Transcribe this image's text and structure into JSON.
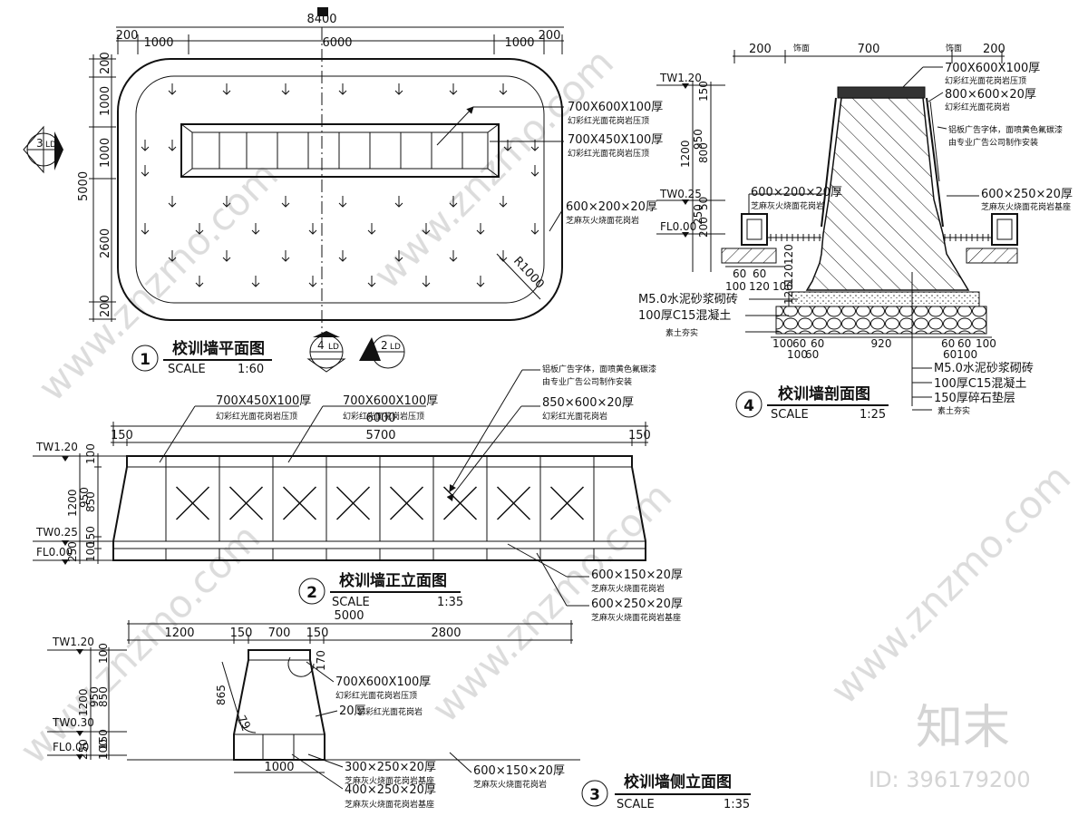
{
  "plan": {
    "title": "校训墙平面图",
    "number": "1",
    "scale_label": "SCALE",
    "scale": "1:60",
    "dim_total": "8400",
    "dims_top": [
      "200",
      "1000",
      "6000",
      "1000",
      "200"
    ],
    "dims_left": [
      "200",
      "1000",
      "1000",
      "2600",
      "200"
    ],
    "dim_overall_left": "5000",
    "radius": "R1000",
    "section_marks": [
      {
        "n": "3",
        "ref": "LD"
      },
      {
        "n": "4",
        "ref": "LD"
      },
      {
        "n": "2",
        "ref": "LD"
      }
    ],
    "notes": [
      {
        "main": "700X600X100厚",
        "sub": "幻彩红光面花岗岩压顶"
      },
      {
        "main": "700X450X100厚",
        "sub": "幻彩红光面花岗岩压顶"
      },
      {
        "main": "600×200×20厚",
        "sub": "芝麻灰火烧面花岗岩"
      }
    ]
  },
  "front": {
    "title": "校训墙正立面图",
    "number": "2",
    "scale_label": "SCALE",
    "scale": "1:35",
    "dim_total": "6000",
    "dims_top": [
      "150",
      "5700",
      "150"
    ],
    "levels": [
      "TW1.20",
      "TW0.25",
      "FL0.00"
    ],
    "dims_left_inner": [
      "100",
      "850",
      "150",
      "100"
    ],
    "dims_left_outer": [
      "1200",
      "950",
      "250"
    ],
    "notes_top": [
      {
        "main": "700X450X100厚",
        "sub": "幻彩红光面花岗岩压顶"
      },
      {
        "main": "700X600X100厚",
        "sub": "幻彩红光面花岗岩压顶"
      },
      {
        "main": "铝板广告字体，面喷黄色氟碳漆",
        "sub": "由专业广告公司制作安装"
      },
      {
        "main": "850×600×20厚",
        "sub": "幻彩红光面花岗岩"
      }
    ],
    "notes_bottom": [
      {
        "main": "600×150×20厚",
        "sub": "芝麻灰火烧面花岗岩"
      },
      {
        "main": "600×250×20厚",
        "sub": "芝麻灰火烧面花岗岩基座"
      }
    ]
  },
  "side": {
    "title": "校训墙侧立面图",
    "number": "3",
    "scale_label": "SCALE",
    "scale": "1:35",
    "dim_total": "5000",
    "dims_top": [
      "1200",
      "150",
      "700",
      "150",
      "2800"
    ],
    "levels": [
      "TW1.20",
      "TW0.30",
      "FL0.00"
    ],
    "dims_left_inner": [
      "100",
      "850",
      "150",
      "100"
    ],
    "dims_left_outer": [
      "1200",
      "950",
      "250"
    ],
    "dim_bottom": "1000",
    "dim_slope": "865",
    "dim_angle": "79",
    "dim_top_small": "170",
    "notes": [
      {
        "main": "700X600X100厚",
        "sub": "幻彩红光面花岗岩压顶"
      },
      {
        "main": "20厚",
        "sub": "幻彩红光面花岗岩"
      },
      {
        "main": "300×250×20厚",
        "sub": "芝麻灰火烧面花岗岩基座"
      },
      {
        "main": "400×250×20厚",
        "sub": "芝麻灰火烧面花岗岩基座"
      },
      {
        "main": "600×150×20厚",
        "sub": "芝麻灰火烧面花岗岩"
      }
    ]
  },
  "section": {
    "title": "校训墙剖面图",
    "number": "4",
    "scale_label": "SCALE",
    "scale": "1:25",
    "dims_top": [
      "200",
      "700",
      "200"
    ],
    "dims_top_small": [
      "饰面",
      "饰面"
    ],
    "levels": [
      "TW1.20",
      "TW0.25",
      "FL0.00"
    ],
    "dims_left_inner": [
      "150",
      "800",
      "50",
      "200"
    ],
    "dims_left_outer": [
      "1200",
      "950",
      "250"
    ],
    "dims_bottom": [
      "100",
      "60",
      "60",
      "920",
      "60",
      "60",
      "100"
    ],
    "dims_bottom2": [
      "100",
      "60",
      "60100"
    ],
    "dims_mid": [
      "60",
      "60",
      "100",
      "120",
      "100"
    ],
    "dims_right_mid": [
      "120",
      "120",
      "120"
    ],
    "notes_right": [
      {
        "main": "700X600X100厚",
        "sub": "幻彩红光面花岗岩压顶"
      },
      {
        "main": "800×600×20厚",
        "sub": "幻彩红光面花岗岩"
      },
      {
        "main": "铝板广告字体，面喷黄色氟碳漆",
        "sub": "由专业广告公司制作安装"
      },
      {
        "main": "600×250×20厚",
        "sub": "芝麻灰火烧面花岗岩基座"
      }
    ],
    "note_left": {
      "main": "600×200×20厚",
      "sub": "芝麻灰火烧面花岗岩"
    },
    "layers_left": [
      "M5.0水泥砂浆砌砖",
      "100厚C15混凝土",
      "素土夯实"
    ],
    "layers_right": [
      "M5.0水泥砂浆砌砖",
      "100厚C15混凝土",
      "150厚碎石垫层",
      "素土夯实"
    ]
  },
  "brand": {
    "name": "知末",
    "id": "ID: 396179200",
    "watermark": "www.znzmo.com"
  }
}
